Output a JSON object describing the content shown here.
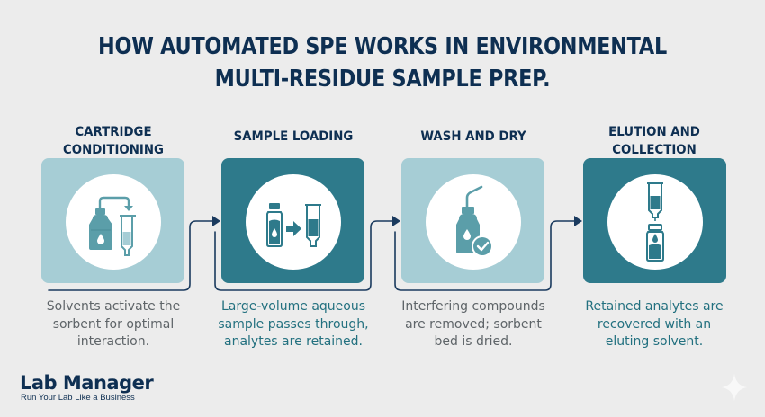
{
  "title": {
    "line1": "HOW AUTOMATED SPE WORKS IN ENVIRONMENTAL",
    "line2": "MULTI-RESIDUE SAMPLE PREP."
  },
  "steps": [
    {
      "title_line1": "CARTRIDGE",
      "title_line2": "CONDITIONING",
      "icon": "bottle-to-cartridge-icon",
      "description_line1": "Solvents activate the",
      "description_line2": "sorbent for optimal",
      "description_line3": "interaction.",
      "card_color": "#a6cdd5",
      "text_color": "#5e6468"
    },
    {
      "title_line1": "SAMPLE LOADING",
      "title_line2": "",
      "icon": "vial-arrow-cartridge-icon",
      "description_line1": "Large-volume aqueous",
      "description_line2": "sample passes through,",
      "description_line3": "analytes are retained.",
      "card_color": "#2e7a8b",
      "text_color": "#22707f"
    },
    {
      "title_line1": "WASH AND DRY",
      "title_line2": "",
      "icon": "wash-bottle-check-icon",
      "description_line1": "Interfering compounds",
      "description_line2": "are removed; sorbent",
      "description_line3": "bed is dried.",
      "card_color": "#a6cdd5",
      "text_color": "#5e6468"
    },
    {
      "title_line1": "ELUTION AND",
      "title_line2": "COLLECTION",
      "icon": "cartridge-drip-vial-icon",
      "description_line1": "Retained analytes are",
      "description_line2": "recovered with an",
      "description_line3": "eluting solvent.",
      "card_color": "#2e7a8b",
      "text_color": "#22707f"
    }
  ],
  "logo": {
    "name": "Lab Manager",
    "tagline": "Run Your Lab Like a Business"
  },
  "colors": {
    "navy": "#0e2f52",
    "light_teal": "#a6cdd5",
    "dark_teal": "#2e7a8b",
    "icon_teal": "#5b9ea9",
    "background": "#ececec"
  }
}
